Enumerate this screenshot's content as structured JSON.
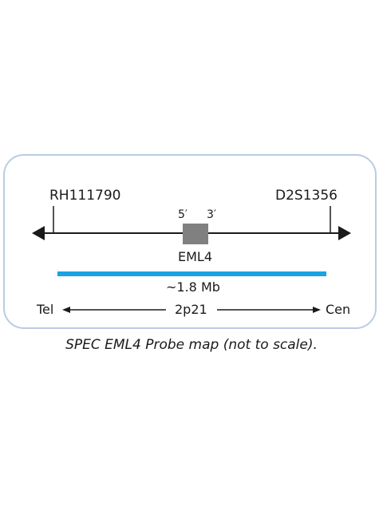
{
  "markers": {
    "left": "RH111790",
    "right": "D2S1356"
  },
  "gene": {
    "five_prime": "5′",
    "three_prime": "3′",
    "name": "EML4"
  },
  "probe": {
    "size": "~1.8 Mb",
    "color": "#1aa3e0"
  },
  "orientation": {
    "left": "Tel",
    "band": "2p21",
    "right": "Cen"
  },
  "caption": "SPEC EML4 Probe map (not to scale).",
  "colors": {
    "frame": "#b9cce4",
    "gene_box": "#808080",
    "line": "#1a1a1a"
  }
}
